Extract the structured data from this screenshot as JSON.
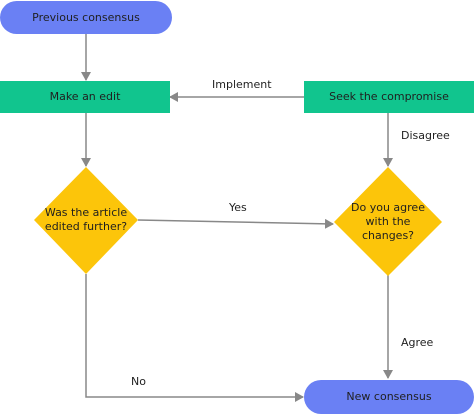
{
  "colors": {
    "terminal": "#6a80f4",
    "process": "#11c58e",
    "decision": "#fcc50a",
    "line": "#888888",
    "text": "#1f1f1f"
  },
  "nodes": {
    "start": "Previous consensus",
    "make_edit": "Make an edit",
    "seek": "Seek the compromise",
    "edited_further": "Was the article edited further?",
    "agree_changes": "Do you agree with the changes?",
    "end": "New consensus"
  },
  "edges": {
    "implement": "Implement",
    "disagree": "Disagree",
    "yes": "Yes",
    "agree": "Agree",
    "no": "No"
  }
}
